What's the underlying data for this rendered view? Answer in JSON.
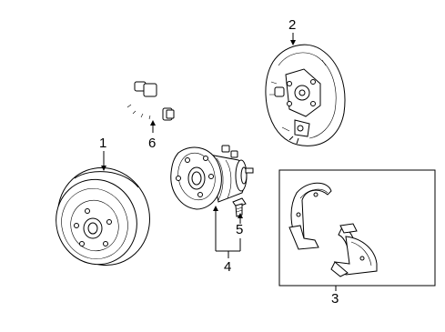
{
  "callouts": {
    "brake_drum": "1",
    "backing_plate": "2",
    "brake_shoes": "3",
    "hub_bearing": "4",
    "wheel_stud": "5",
    "abs_wire_harness": "6"
  }
}
